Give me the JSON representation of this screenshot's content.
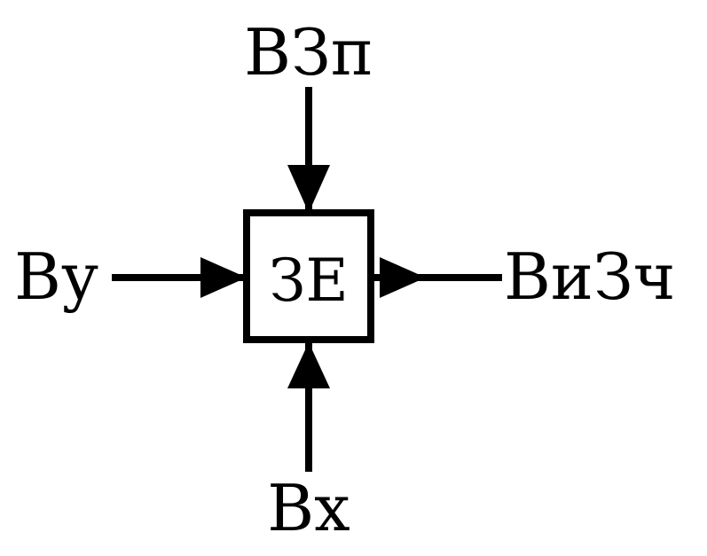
{
  "diagram": {
    "block": {
      "label": "ЗЕ"
    },
    "inputs": {
      "top": "ВЗп",
      "left": "Ву",
      "bottom": "Вх"
    },
    "outputs": {
      "right": "ВиЗч"
    },
    "colors": {
      "foreground": "#000000",
      "background": "#ffffff"
    }
  }
}
